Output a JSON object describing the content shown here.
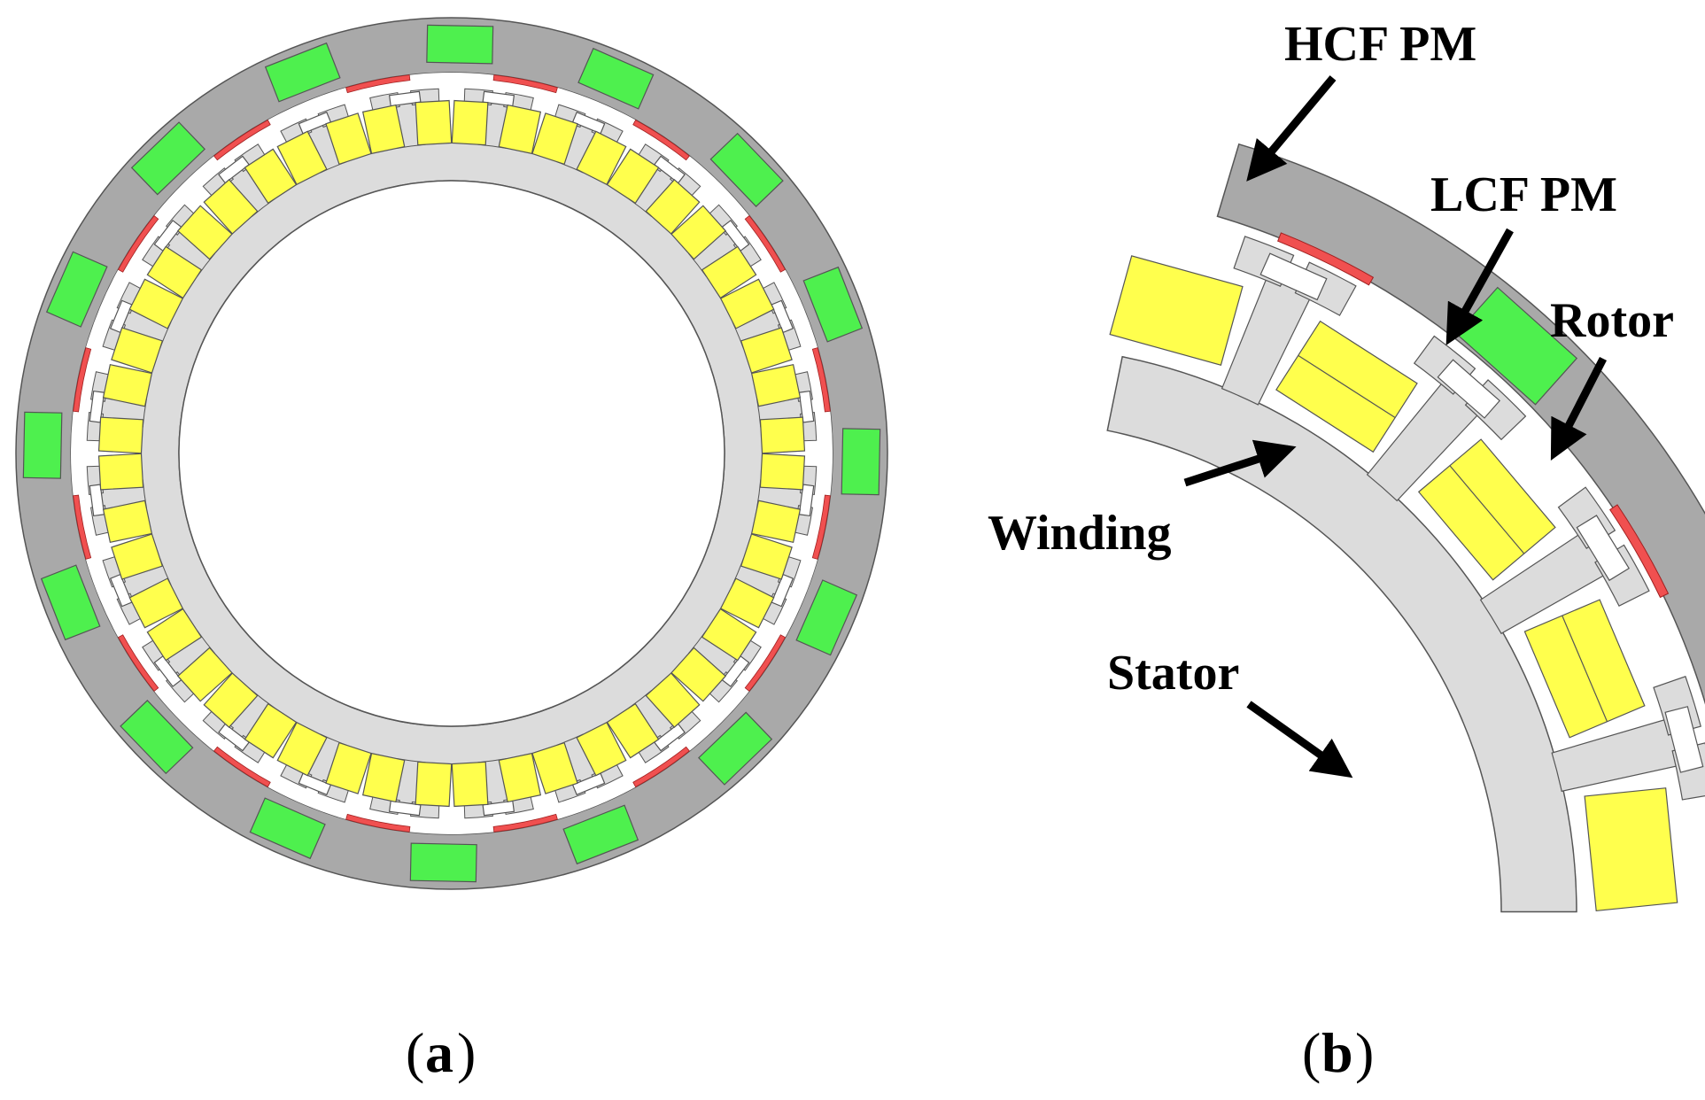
{
  "figure": {
    "captions": [
      "(a)",
      "(b)"
    ],
    "labels": {
      "hcf_pm": "HCF PM",
      "lcf_pm": "LCF PM",
      "rotor": "Rotor",
      "winding": "Winding",
      "stator": "Stator"
    },
    "caption_a_letter": "a",
    "caption_b_letter": "b"
  },
  "colors": {
    "rotor": "#a9a9a9",
    "stator": "#dcdcdc",
    "winding": "#ffff4d",
    "lcf_pm": "#4ef04e",
    "hcf_pm": "#f05050",
    "outline": "#555555",
    "arrow": "#000000"
  },
  "machine": {
    "stator_slots": 24,
    "lcf_pm_count": 16,
    "hcf_pm_count": 16
  }
}
